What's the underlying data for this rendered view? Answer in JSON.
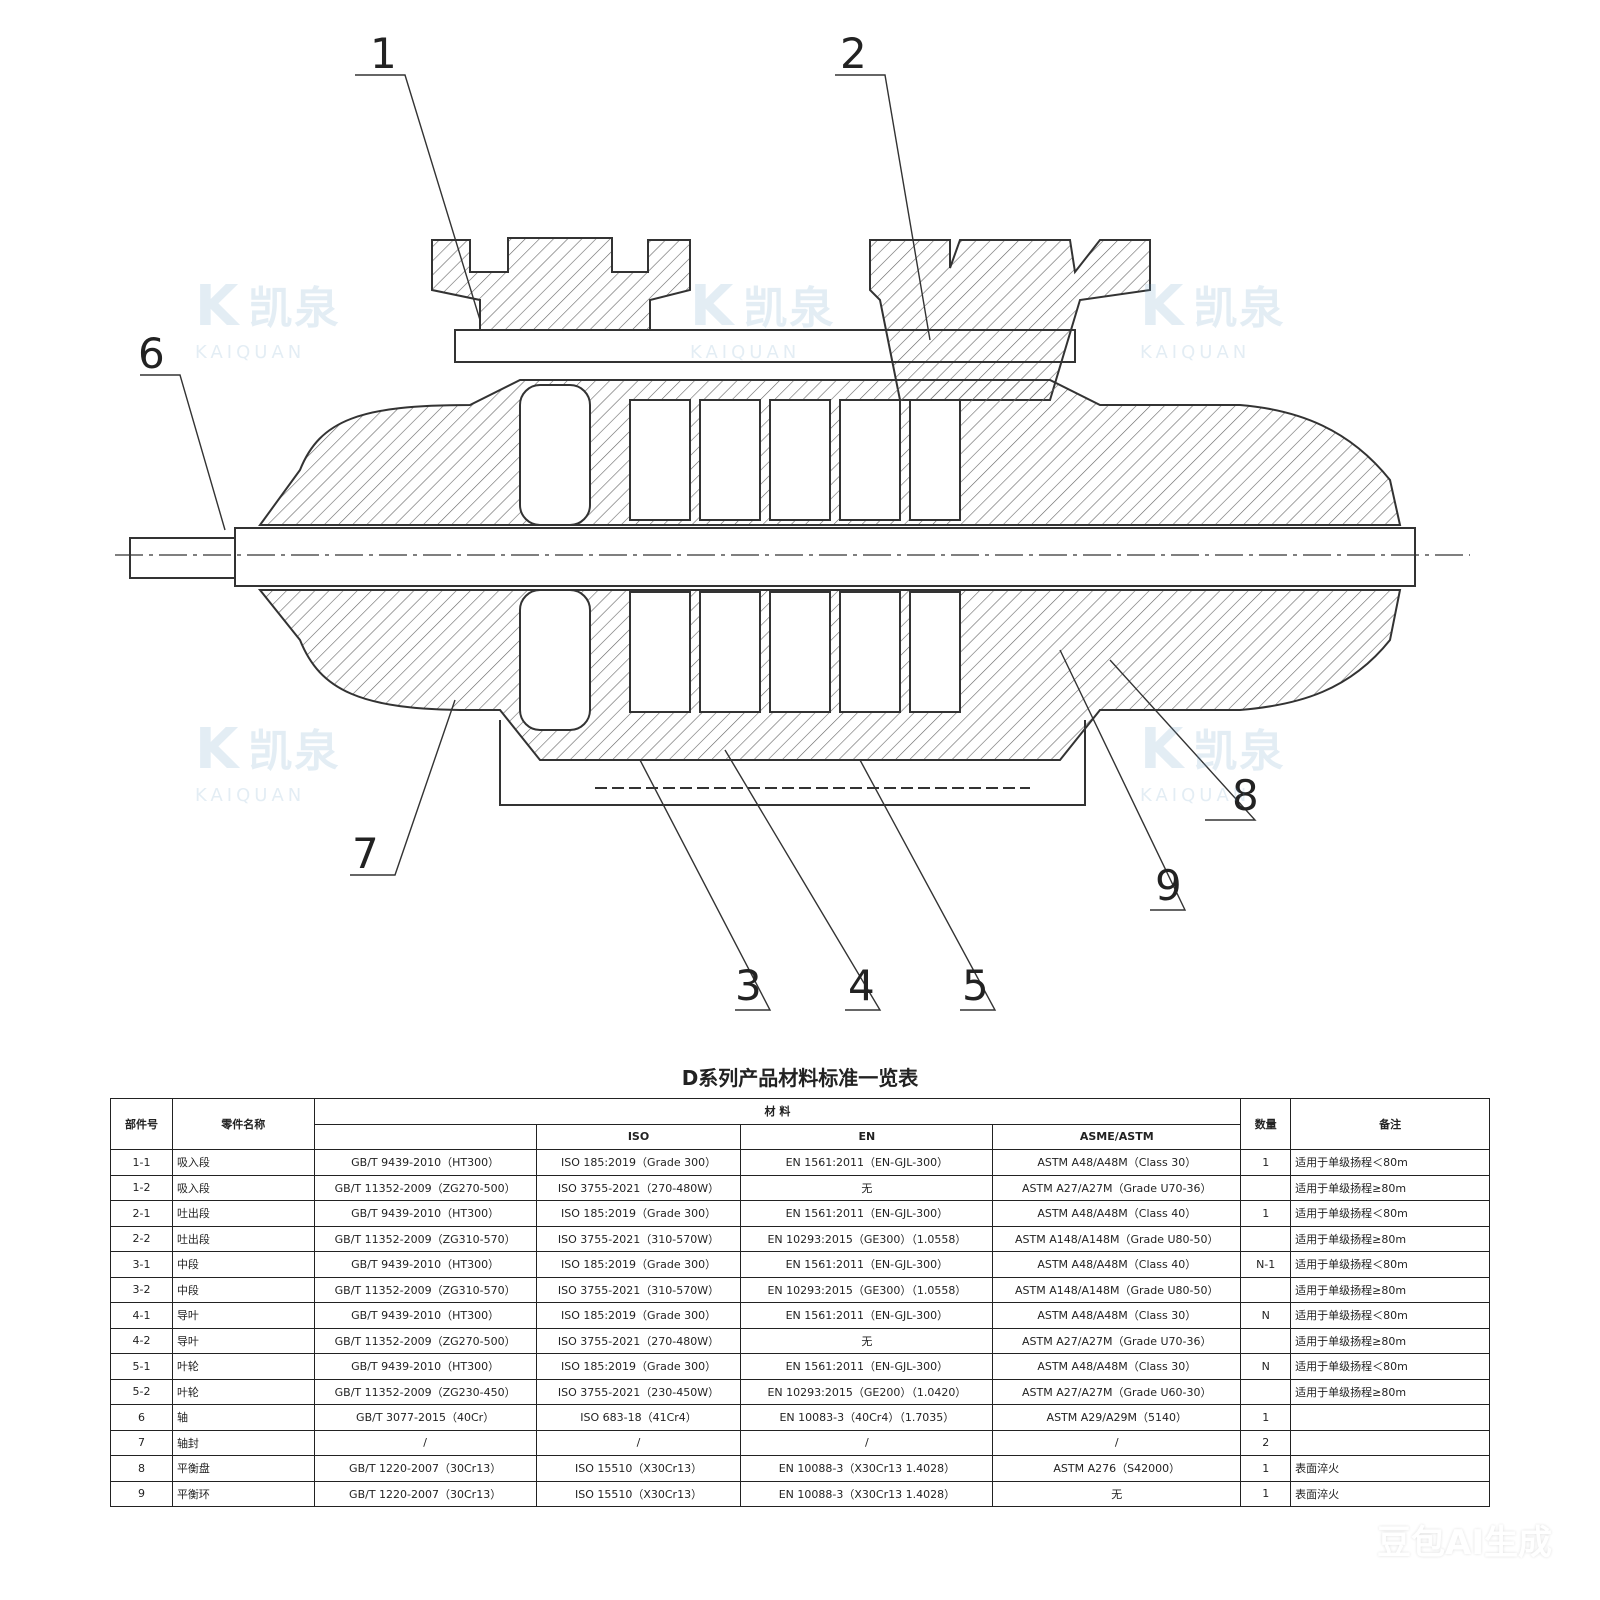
{
  "drawing": {
    "callouts": [
      "1",
      "2",
      "3",
      "4",
      "5",
      "6",
      "7",
      "8",
      "9"
    ]
  },
  "watermark": {
    "brand_cn": "凯泉",
    "brand_en": "KAIQUAN",
    "logo": "K",
    "ai_badge": "豆包AI生成"
  },
  "table": {
    "title": "D系列产品材料标准一览表",
    "headers": {
      "part_no": "部件号",
      "part_name": "零件名称",
      "material": "材  料",
      "gb": "",
      "iso": "ISO",
      "en": "EN",
      "asme": "ASME/ASTM",
      "qty": "数量",
      "note": "备注"
    },
    "rows": [
      {
        "no": "1-1",
        "name": "吸入段",
        "gb": "GB/T 9439-2010（HT300）",
        "iso": "ISO 185:2019（Grade 300）",
        "en": "EN 1561:2011（EN-GJL-300）",
        "asme": "ASTM A48/A48M（Class 30）",
        "qty": "1",
        "note": "适用于单级扬程＜80m"
      },
      {
        "no": "1-2",
        "name": "吸入段",
        "gb": "GB/T 11352-2009（ZG270-500）",
        "iso": "ISO 3755-2021（270-480W）",
        "en": "无",
        "asme": "ASTM A27/A27M（Grade U70-36）",
        "qty": "",
        "note": "适用于单级扬程≥80m"
      },
      {
        "no": "2-1",
        "name": "吐出段",
        "gb": "GB/T 9439-2010（HT300）",
        "iso": "ISO 185:2019（Grade 300）",
        "en": "EN 1561:2011（EN-GJL-300）",
        "asme": "ASTM A48/A48M（Class 40）",
        "qty": "1",
        "note": "适用于单级扬程＜80m"
      },
      {
        "no": "2-2",
        "name": "吐出段",
        "gb": "GB/T 11352-2009（ZG310-570）",
        "iso": "ISO 3755-2021（310-570W）",
        "en": "EN 10293:2015（GE300）（1.0558）",
        "asme": "ASTM A148/A148M（Grade U80-50）",
        "qty": "",
        "note": "适用于单级扬程≥80m"
      },
      {
        "no": "3-1",
        "name": "中段",
        "gb": "GB/T 9439-2010（HT300）",
        "iso": "ISO 185:2019（Grade 300）",
        "en": "EN 1561:2011（EN-GJL-300）",
        "asme": "ASTM A48/A48M（Class 40）",
        "qty": "N-1",
        "note": "适用于单级扬程＜80m"
      },
      {
        "no": "3-2",
        "name": "中段",
        "gb": "GB/T 11352-2009（ZG310-570）",
        "iso": "ISO 3755-2021（310-570W）",
        "en": "EN 10293:2015（GE300）（1.0558）",
        "asme": "ASTM A148/A148M（Grade U80-50）",
        "qty": "",
        "note": "适用于单级扬程≥80m"
      },
      {
        "no": "4-1",
        "name": "导叶",
        "gb": "GB/T 9439-2010（HT300）",
        "iso": "ISO 185:2019（Grade 300）",
        "en": "EN 1561:2011（EN-GJL-300）",
        "asme": "ASTM A48/A48M（Class 30）",
        "qty": "N",
        "note": "适用于单级扬程＜80m"
      },
      {
        "no": "4-2",
        "name": "导叶",
        "gb": "GB/T 11352-2009（ZG270-500）",
        "iso": "ISO 3755-2021（270-480W）",
        "en": "无",
        "asme": "ASTM A27/A27M（Grade U70-36）",
        "qty": "",
        "note": "适用于单级扬程≥80m"
      },
      {
        "no": "5-1",
        "name": "叶轮",
        "gb": "GB/T 9439-2010（HT300）",
        "iso": "ISO 185:2019（Grade 300）",
        "en": "EN 1561:2011（EN-GJL-300）",
        "asme": "ASTM A48/A48M（Class 30）",
        "qty": "N",
        "note": "适用于单级扬程＜80m"
      },
      {
        "no": "5-2",
        "name": "叶轮",
        "gb": "GB/T 11352-2009（ZG230-450）",
        "iso": "ISO 3755-2021（230-450W）",
        "en": "EN 10293:2015（GE200）（1.0420）",
        "asme": "ASTM A27/A27M（Grade U60-30）",
        "qty": "",
        "note": "适用于单级扬程≥80m"
      },
      {
        "no": "6",
        "name": "轴",
        "gb": "GB/T 3077-2015（40Cr）",
        "iso": "ISO 683-18（41Cr4）",
        "en": "EN 10083-3（40Cr4）（1.7035）",
        "asme": "ASTM A29/A29M（5140）",
        "qty": "1",
        "note": ""
      },
      {
        "no": "7",
        "name": "轴封",
        "gb": "/",
        "iso": "/",
        "en": "/",
        "asme": "/",
        "qty": "2",
        "note": ""
      },
      {
        "no": "8",
        "name": "平衡盘",
        "gb": "GB/T 1220-2007（30Cr13）",
        "iso": "ISO 15510（X30Cr13）",
        "en": "EN 10088-3（X30Cr13 1.4028）",
        "asme": "ASTM A276（S42000）",
        "qty": "1",
        "note": "表面淬火"
      },
      {
        "no": "9",
        "name": "平衡环",
        "gb": "GB/T 1220-2007（30Cr13）",
        "iso": "ISO 15510（X30Cr13）",
        "en": "EN 10088-3（X30Cr13 1.4028）",
        "asme": "无",
        "qty": "1",
        "note": "表面淬火"
      }
    ]
  }
}
